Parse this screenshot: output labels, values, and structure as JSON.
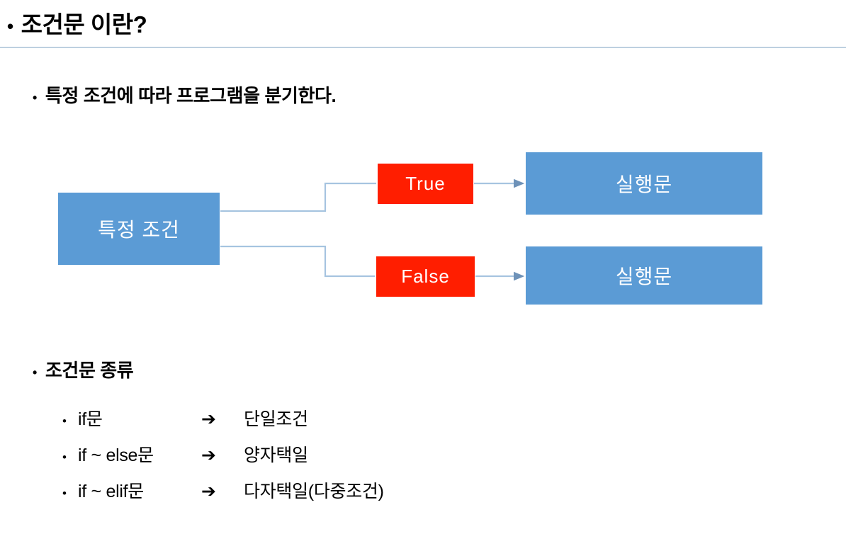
{
  "slide": {
    "title_bullet": "•",
    "title": "조건문 이란?",
    "intro_bullet": "•",
    "intro": "특정 조건에 따라 프로그램을 분기한다.",
    "types_bullet": "•",
    "types_heading": "조건문 종류"
  },
  "diagram": {
    "condition_node": "특정 조건",
    "branches": [
      {
        "label": "True",
        "result": "실행문"
      },
      {
        "label": "False",
        "result": "실행문"
      }
    ],
    "colors": {
      "node_blue": "#5b9bd5",
      "node_red": "#ff1e00",
      "connector": "#a6c4e0",
      "rule": "#bdd0e0",
      "node_text": "#ffffff"
    }
  },
  "type_list": {
    "arrow": "➔",
    "bullet": "•",
    "rows": [
      {
        "statement": "if문",
        "arrow": "➔",
        "meaning": "단일조건"
      },
      {
        "statement": "if ~ else문",
        "arrow": "➔",
        "meaning": "양자택일"
      },
      {
        "statement": "if ~ elif문",
        "arrow": "➔",
        "meaning": "다자택일(다중조건)"
      }
    ]
  }
}
